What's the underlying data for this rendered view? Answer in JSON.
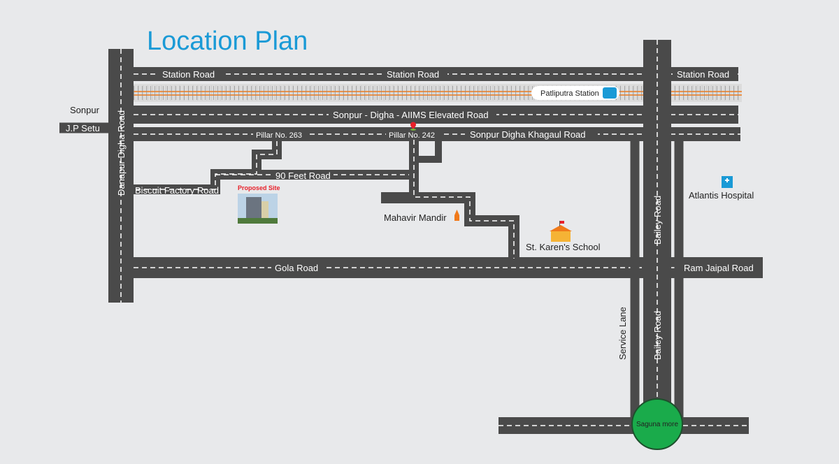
{
  "title": "Location Plan",
  "roads": {
    "station_road": "Station Road",
    "elevated_road": "Sonpur - Digha - AIIMS Elevated Road",
    "khagaul_road": "Sonpur Digha Khagaul Road",
    "pillar_263": "Pillar No. 263",
    "pillar_242": "Pillar No. 242",
    "ninety_feet": "90 Feet Road",
    "biscuit_factory": "Biscuit Factory Road",
    "gola_road": "Gola Road",
    "ram_jaipal": "Ram Jaipal Road",
    "danapur_digha": "Danapur Digha Road",
    "bailey_road": "Bailey Road",
    "service_lane": "Service Lane"
  },
  "places": {
    "sonpur": "Sonpur",
    "jp_setu": "J.P Setu",
    "station": "Patliputra Station",
    "proposed_site": "Proposed Site",
    "mahavir_mandir": "Mahavir Mandir",
    "school": "St. Karen's School",
    "hospital": "Atlantis Hospital",
    "saguna_more": "Saguna more"
  },
  "colors": {
    "title": "#1a9ad6",
    "road": "#4a4a4a",
    "rail": "#f07a1a",
    "circle": "#1aab4b",
    "site_label": "#e8202a"
  }
}
